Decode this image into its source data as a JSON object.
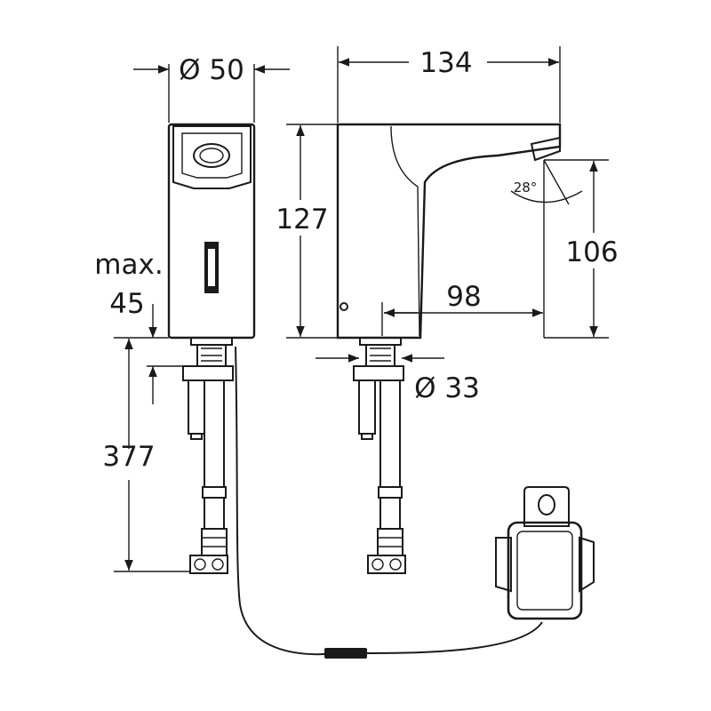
{
  "dimensions": {
    "diameter_body": "Ø 50",
    "width_total": "134",
    "height_body": "127",
    "height_outlet": "106",
    "spout_reach": "98",
    "diameter_base": "Ø 33",
    "max_label": "max.",
    "max_value": "45",
    "hose_length": "377",
    "outlet_angle": "28°"
  },
  "colors": {
    "line": "#1a1a1a",
    "background": "#ffffff",
    "hose_fill": "#c9c9c9"
  }
}
